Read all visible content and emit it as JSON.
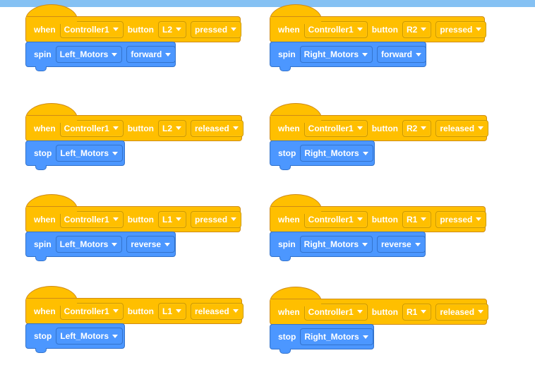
{
  "colors": {
    "event": "#ffbf00",
    "motion": "#4c97ff",
    "topbar": "#85c1f3"
  },
  "scripts": [
    {
      "when": "when",
      "controller": "Controller1",
      "button_kw": "button",
      "button": "L2",
      "state": "pressed",
      "action": "spin",
      "motor": "Left_Motors",
      "direction": "forward"
    },
    {
      "when": "when",
      "controller": "Controller1",
      "button_kw": "button",
      "button": "R2",
      "state": "pressed",
      "action": "spin",
      "motor": "Right_Motors",
      "direction": "forward"
    },
    {
      "when": "when",
      "controller": "Controller1",
      "button_kw": "button",
      "button": "L2",
      "state": "released",
      "action": "stop",
      "motor": "Left_Motors"
    },
    {
      "when": "when",
      "controller": "Controller1",
      "button_kw": "button",
      "button": "R2",
      "state": "released",
      "action": "stop",
      "motor": "Right_Motors"
    },
    {
      "when": "when",
      "controller": "Controller1",
      "button_kw": "button",
      "button": "L1",
      "state": "pressed",
      "action": "spin",
      "motor": "Left_Motors",
      "direction": "reverse"
    },
    {
      "when": "when",
      "controller": "Controller1",
      "button_kw": "button",
      "button": "R1",
      "state": "pressed",
      "action": "spin",
      "motor": "Right_Motors",
      "direction": "reverse"
    },
    {
      "when": "when",
      "controller": "Controller1",
      "button_kw": "button",
      "button": "L1",
      "state": "released",
      "action": "stop",
      "motor": "Left_Motors"
    },
    {
      "when": "when",
      "controller": "Controller1",
      "button_kw": "button",
      "button": "R1",
      "state": "released",
      "action": "stop",
      "motor": "Right_Motors"
    }
  ]
}
